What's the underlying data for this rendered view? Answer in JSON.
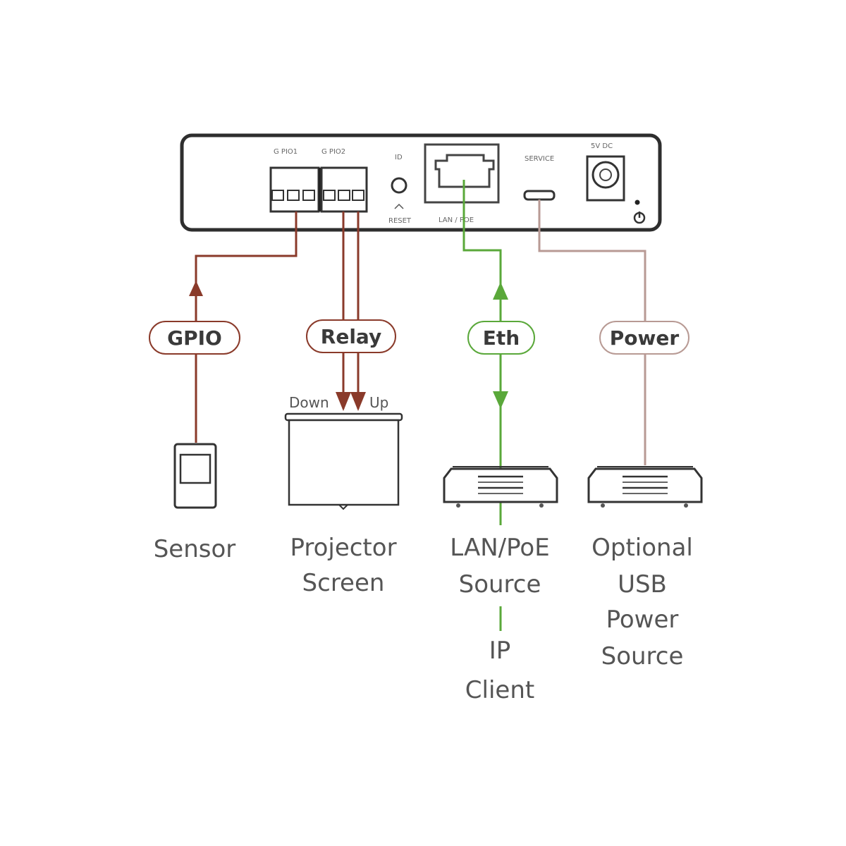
{
  "colors": {
    "gpio": "#8a3a2a",
    "relay": "#8a3a2a",
    "eth": "#5aa83a",
    "power": "#b89a94",
    "outline": "#3a3a3a"
  },
  "device": {
    "port_labels": {
      "gpio_block": "G PIO1",
      "relay_block": "G PIO2",
      "id": "ID",
      "reset": "RESET",
      "lan": "LAN / POE",
      "service": "SERVICE",
      "dc": "5V DC"
    }
  },
  "connections": [
    {
      "id": "gpio",
      "label": "GPIO"
    },
    {
      "id": "relay",
      "label": "Relay"
    },
    {
      "id": "eth",
      "label": "Eth"
    },
    {
      "id": "power",
      "label": "Power"
    }
  ],
  "relay_directions": {
    "down": "Down",
    "up": "Up"
  },
  "endpoints": {
    "sensor": [
      "Sensor"
    ],
    "projector": [
      "Projector",
      "Screen"
    ],
    "lan": [
      "LAN/PoE",
      "Source"
    ],
    "ip_client": [
      "IP",
      "Client"
    ],
    "usb_power": [
      "Optional",
      "USB",
      "Power",
      "Source"
    ]
  }
}
